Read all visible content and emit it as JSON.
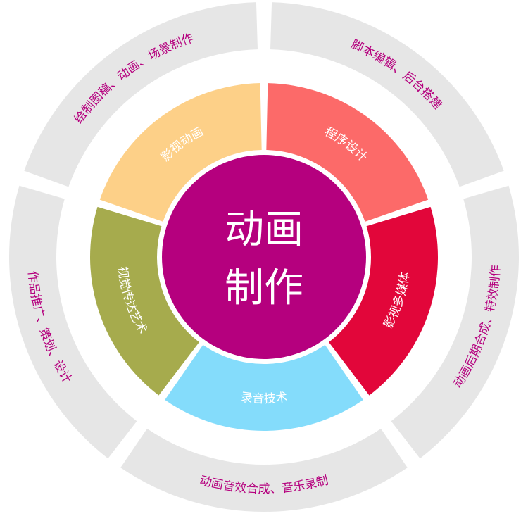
{
  "center": {
    "line1": "动画",
    "line2": "制作",
    "color": "#b5007e"
  },
  "inner_ring": [
    {
      "label": "影视动画",
      "color": "#fdd088"
    },
    {
      "label": "程序设计",
      "color": "#fc6a69"
    },
    {
      "label": "影视多媒体",
      "color": "#e2063a"
    },
    {
      "label": "录音技术",
      "color": "#84dcfb"
    },
    {
      "label": "视觉传达艺术",
      "color": "#a6ab4d"
    }
  ],
  "outer_ring": [
    {
      "label": "绘制图稿、动画、场景制作"
    },
    {
      "label": "脚本编辑、后台搭建"
    },
    {
      "label": "动画后期合成、特效制作"
    },
    {
      "label": "动画音效合成、音乐录制"
    },
    {
      "label": "作品推广、策划、设计"
    }
  ],
  "outer_ring_color": "#e6e6e6"
}
